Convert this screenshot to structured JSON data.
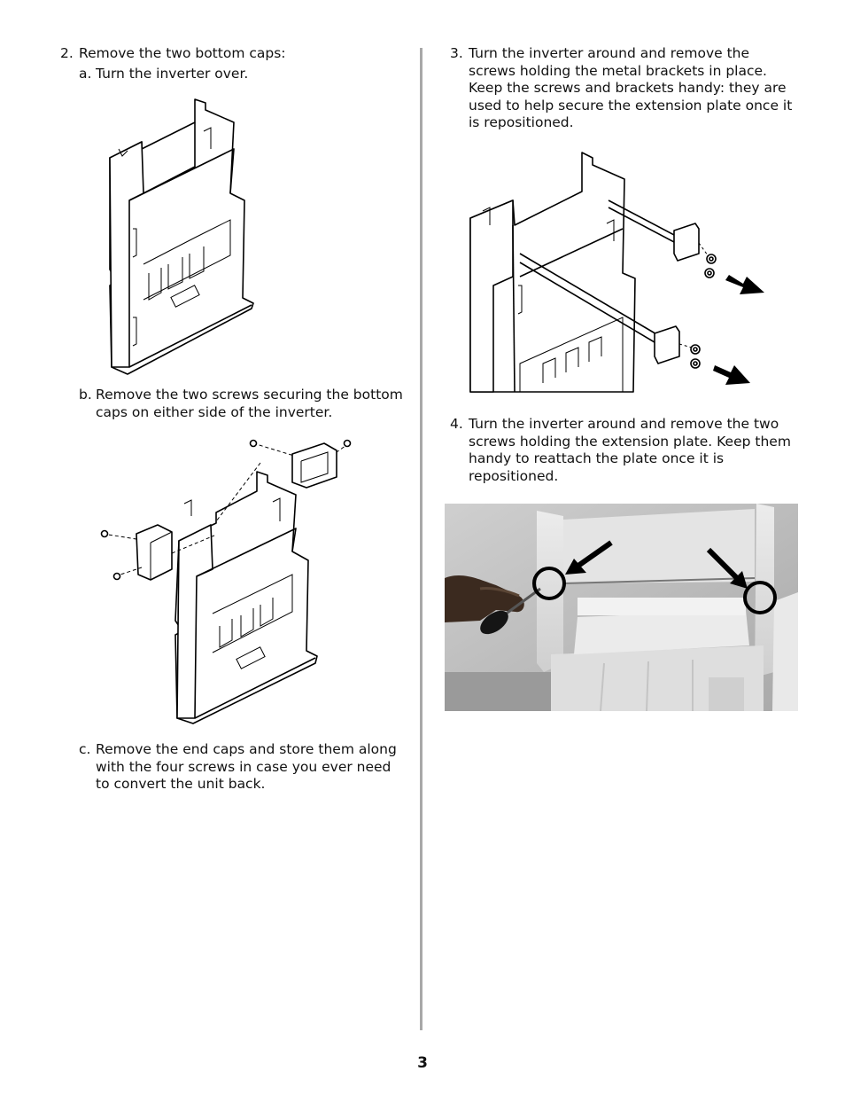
{
  "left": {
    "step2": {
      "num": "2.",
      "text": "Remove the two bottom caps:"
    },
    "a": {
      "label": "a.",
      "text": "Turn the inverter over."
    },
    "b": {
      "label": "b.",
      "text": "Remove the two screws securing the bottom caps on either side of the inverter."
    },
    "c": {
      "label": "c.",
      "text": "Remove the end caps and store them along with the four screws in case you ever need to convert the unit back."
    }
  },
  "right": {
    "step3": {
      "num": "3.",
      "text": "Turn the inverter around and remove the screws holding the metal brackets in place. Keep the screws and brackets handy: they are used to help secure the extension plate once it is repositioned."
    },
    "step4": {
      "num": "4.",
      "text": "Turn the inverter around and remove the two screws holding the extension plate. Keep them handy to reattach the plate once it is repositioned."
    }
  },
  "footer": {
    "page_number": "3"
  }
}
